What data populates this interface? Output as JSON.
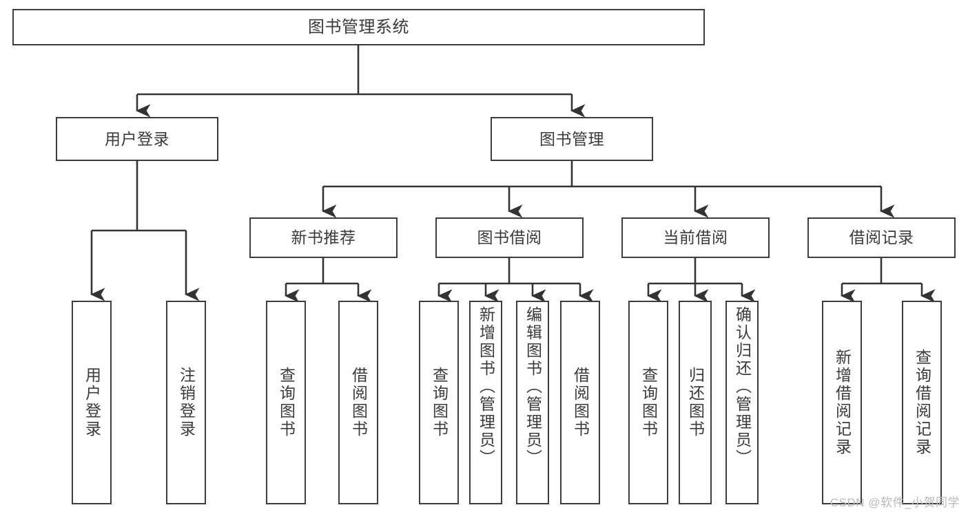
{
  "diagram": {
    "type": "tree",
    "title": "图书管理系统",
    "watermark": "CSDN @软件_小贺同学",
    "colors": {
      "background": "#ffffff",
      "box_border": "#3b3b3b",
      "box_fill": "#ffffff",
      "text": "#3a3a3a",
      "connector": "#333333",
      "watermark": "#b9b9b9"
    },
    "nodes": {
      "root": {
        "label": "图书管理系统"
      },
      "level1": [
        {
          "id": "user-login",
          "label": "用户登录"
        },
        {
          "id": "book-manage",
          "label": "图书管理"
        }
      ],
      "level2": [
        {
          "id": "new-book-recommend",
          "label": "新书推荐"
        },
        {
          "id": "book-borrow",
          "label": "图书借阅"
        },
        {
          "id": "current-borrow",
          "label": "当前借阅"
        },
        {
          "id": "borrow-record",
          "label": "借阅记录"
        }
      ],
      "leaves": {
        "user_login": [
          {
            "id": "leaf-user-login",
            "label": "用户登录"
          },
          {
            "id": "leaf-logout-login",
            "label": "注销登录"
          }
        ],
        "new_book_recommend": [
          {
            "id": "leaf-query-book-1",
            "label": "查询图书"
          },
          {
            "id": "leaf-borrow-book-1",
            "label": "借阅图书"
          }
        ],
        "book_borrow": [
          {
            "id": "leaf-query-book-2",
            "label": "查询图书"
          },
          {
            "id": "leaf-add-book",
            "label": "新增图书（管理员）"
          },
          {
            "id": "leaf-edit-book",
            "label": "编辑图书（管理员）"
          },
          {
            "id": "leaf-borrow-book-2",
            "label": "借阅图书"
          }
        ],
        "current_borrow": [
          {
            "id": "leaf-query-book-3",
            "label": "查询图书"
          },
          {
            "id": "leaf-return-book",
            "label": "归还图书"
          },
          {
            "id": "leaf-confirm-return",
            "label": "确认归还（管理员）"
          }
        ],
        "borrow_record": [
          {
            "id": "leaf-add-record",
            "label": "新增借阅记录"
          },
          {
            "id": "leaf-query-record",
            "label": "查询借阅记录"
          }
        ]
      }
    }
  }
}
